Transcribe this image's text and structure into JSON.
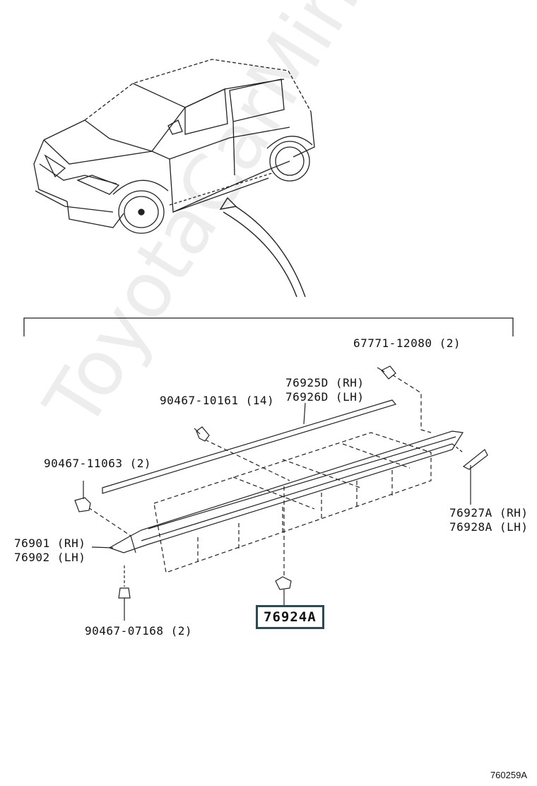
{
  "watermark": "ToyotaCarMine.ru",
  "diagram_code": "760259A",
  "parts": {
    "clip_top": "67771-12080 (2)",
    "moulding_rh": "76925D (RH)",
    "moulding_lh": "76926D (LH)",
    "screw_upper": "90467-10161 (14)",
    "clip_left": "90467-11063 (2)",
    "end_cap_rh": "76927A (RH)",
    "end_cap_lh": "76928A (LH)",
    "rocker_rh": "76901 (RH)",
    "rocker_lh": "76902 (LH)",
    "screw_lower": "90467-07168 (2)",
    "highlighted": "76924A"
  }
}
